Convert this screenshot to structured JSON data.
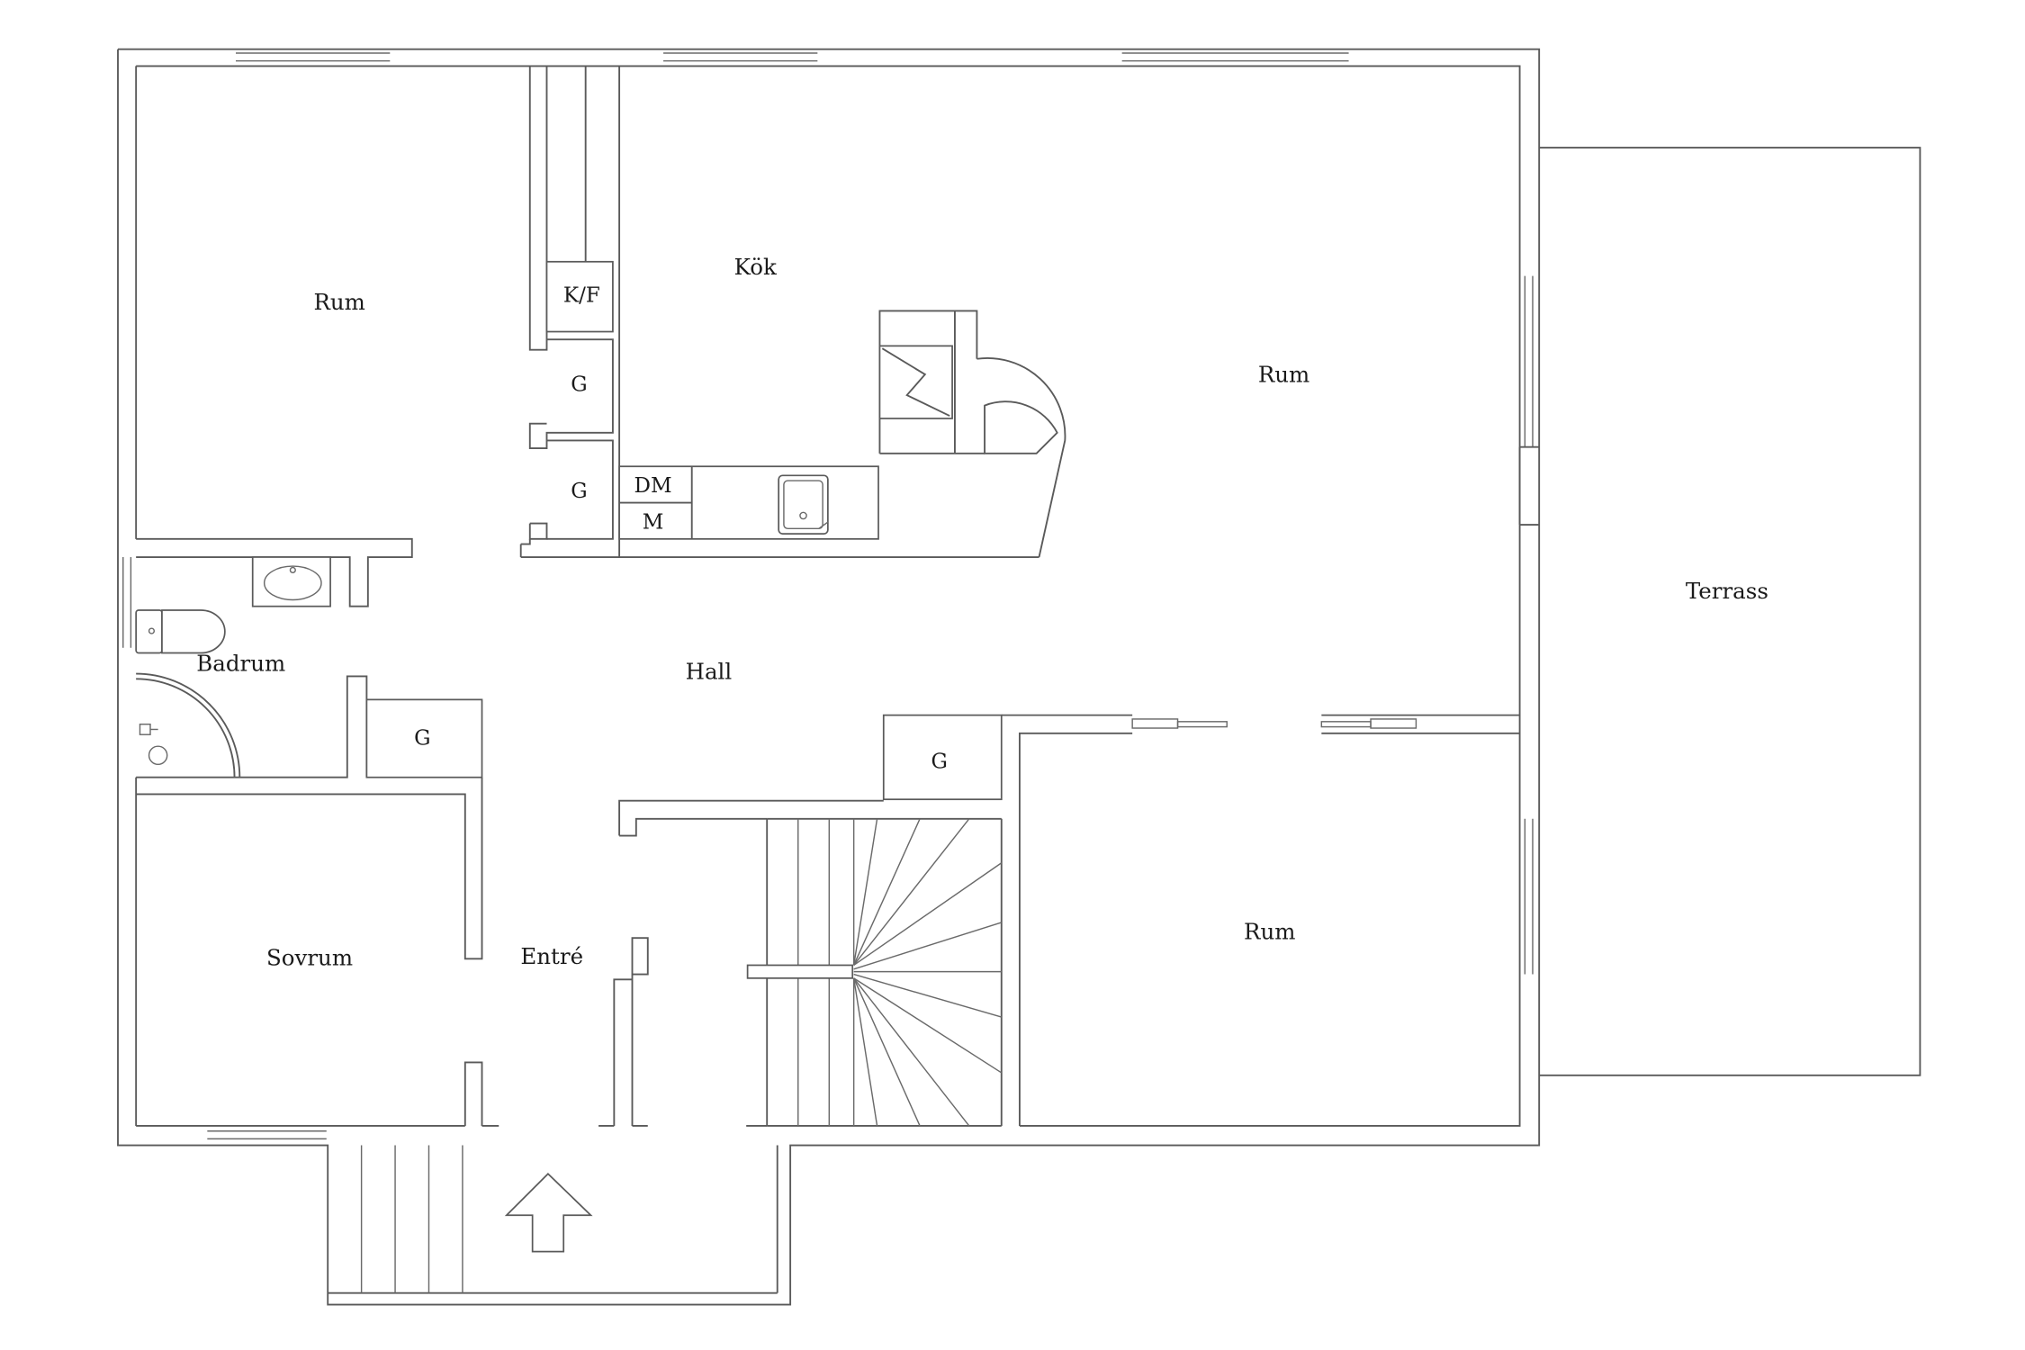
{
  "rooms": {
    "rum_top_left": "Rum",
    "kok": "Kök",
    "rum_top_right": "Rum",
    "terrass": "Terrass",
    "badrum": "Badrum",
    "hall": "Hall",
    "sovrum": "Sovrum",
    "entre": "Entré",
    "rum_bottom_right": "Rum"
  },
  "fixtures": {
    "fridge_freezer": "K/F",
    "wardrobe": "G",
    "dishwasher": "DM",
    "microwave": "M"
  },
  "icons": {
    "entrance_arrow": "entrance-arrow-icon",
    "stairs": "staircase-icon",
    "sink": "sink-icon",
    "toilet": "toilet-icon",
    "shower": "shower-icon",
    "stove": "stove-icon"
  },
  "colors": {
    "line": "#5a5a5a",
    "text": "#1a1a1a",
    "background": "#ffffff"
  }
}
